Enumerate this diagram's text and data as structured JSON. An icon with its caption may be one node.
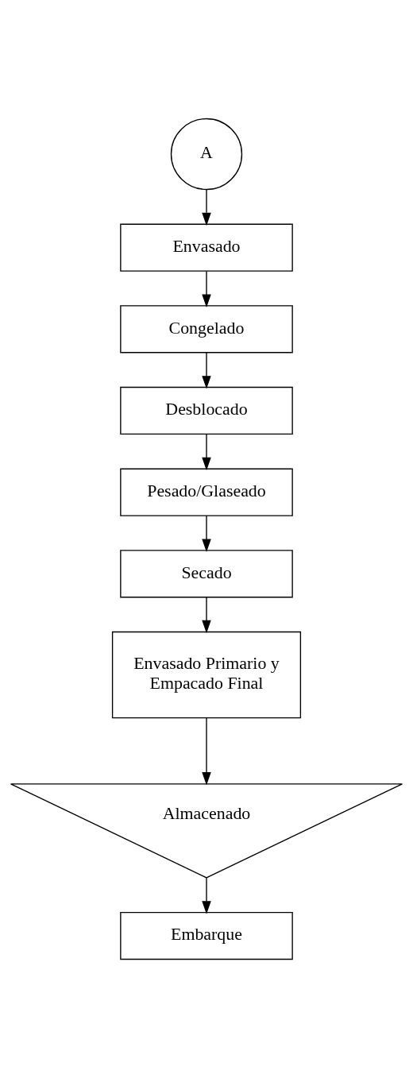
{
  "diagram": {
    "nodes": [
      {
        "text": [
          "A"
        ]
      },
      {
        "text": [
          "Envasado"
        ]
      },
      {
        "text": [
          "Congelado"
        ]
      },
      {
        "text": [
          "Desblocado"
        ]
      },
      {
        "text": [
          "Pesado/Glaseado"
        ]
      },
      {
        "text": [
          "Secado"
        ]
      },
      {
        "text": [
          "Envasado Primario y Empacado Final"
        ]
      },
      {
        "text": [
          "Almacenado"
        ]
      },
      {
        "text": [
          "Embarque"
        ]
      }
    ],
    "edges": [
      {
        "from": 0,
        "to": 1,
        "arrow": "to"
      },
      {
        "from": 1,
        "to": 2,
        "arrow": "to"
      },
      {
        "from": 2,
        "to": 3,
        "arrow": "to"
      },
      {
        "from": 3,
        "to": 4,
        "arrow": "to"
      },
      {
        "from": 4,
        "to": 5,
        "arrow": "to"
      },
      {
        "from": 5,
        "to": 6,
        "arrow": "to"
      },
      {
        "from": 6,
        "to": 7,
        "arrow": "to"
      },
      {
        "from": 7,
        "to": 8,
        "arrow": "to"
      }
    ]
  }
}
